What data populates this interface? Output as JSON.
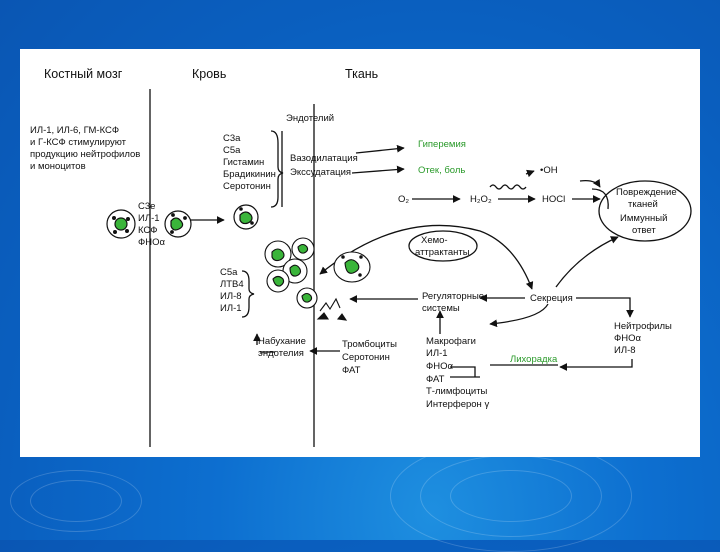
{
  "columns": {
    "bone": "Костный мозг",
    "blood": "Кровь",
    "tissue": "Ткань"
  },
  "bone_marrow": {
    "line1": "ИЛ-1, ИЛ-6, ГМ-КСФ",
    "line2": "и Г-КСФ стимулируют",
    "line3": "продукцию нейтрофилов",
    "line4": "и моноцитов"
  },
  "mediators_left": [
    "С3е",
    "ИЛ-1",
    "КСФ",
    "ФНОα"
  ],
  "endothelium": "Эндотелий",
  "vasoactive": [
    "С3а",
    "С5а",
    "Гистамин",
    "Брадикинин",
    "Серотонин"
  ],
  "vascular_effects": [
    "Вазодилатация",
    "Экссудатация"
  ],
  "green_outcomes": {
    "hyperemia": "Гиперемия",
    "edema_pain": "Отек, боль",
    "fever": "Лихорадка"
  },
  "radicals": {
    "oh": "•ОН",
    "hocl": "HOCl",
    "o2": "O₂",
    "h2o2": "H₂O₂"
  },
  "damage": [
    "Повреждение",
    "тканей",
    "Иммунный",
    "ответ"
  ],
  "chemoattractants": [
    "Хемо-",
    "аттрактанты"
  ],
  "adhesion": [
    "С5а",
    "ЛТВ4",
    "ИЛ-8",
    "ИЛ-1"
  ],
  "regulatory": [
    "Регуляторные",
    "системы"
  ],
  "secretion": "Секреция",
  "neutrophils": [
    "Нейтрофилы",
    "ФНОα",
    "ИЛ-8"
  ],
  "macrophages": [
    "Макрофаги",
    "ИЛ-1",
    "ФНОα",
    "ФАТ",
    "Т-лимфоциты",
    "Интерферон γ"
  ],
  "platelets": [
    "Тромбоциты",
    "Серотонин",
    "ФАТ"
  ],
  "swelling": [
    "Набухание",
    "эндотелия"
  ]
}
